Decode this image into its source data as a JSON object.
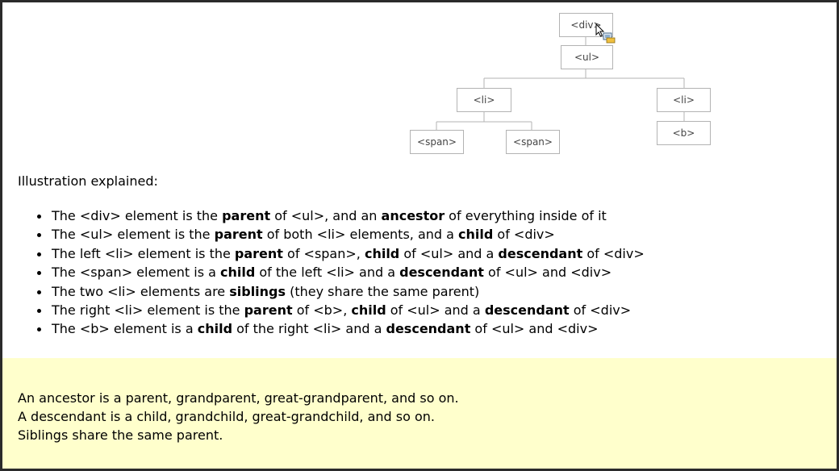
{
  "tree": {
    "nodes": {
      "div": "<div>",
      "ul": "<ul>",
      "li_left": "<li>",
      "li_right": "<li>",
      "span_left": "<span>",
      "span_right": "<span>",
      "b": "<b>"
    }
  },
  "explanation": {
    "heading": "Illustration explained:",
    "items": [
      {
        "s1": "The <div> element is the ",
        "b1": "parent",
        "s2": " of <ul>, and an ",
        "b2": "ancestor",
        "s3": " of everything inside of it",
        "b3": "",
        "s4": ""
      },
      {
        "s1": "The <ul> element is the ",
        "b1": "parent",
        "s2": " of both <li> elements, and a ",
        "b2": "child",
        "s3": " of <div>",
        "b3": "",
        "s4": ""
      },
      {
        "s1": "The left <li> element is the ",
        "b1": "parent",
        "s2": " of <span>, ",
        "b2": "child",
        "s3": " of <ul> and a ",
        "b3": "descendant",
        "s4": " of <div>"
      },
      {
        "s1": "The <span> element is a ",
        "b1": "child",
        "s2": " of the left <li> and a ",
        "b2": "descendant",
        "s3": " of <ul> and <div>",
        "b3": "",
        "s4": ""
      },
      {
        "s1": "The two <li> elements are ",
        "b1": "siblings",
        "s2": " (they share the same parent)",
        "b2": "",
        "s3": "",
        "b3": "",
        "s4": ""
      },
      {
        "s1": "The right <li> element is the ",
        "b1": "parent",
        "s2": " of <b>, ",
        "b2": "child",
        "s3": " of <ul> and a ",
        "b3": "descendant",
        "s4": " of <div>"
      },
      {
        "s1": "The <b> element is a ",
        "b1": "child",
        "s2": " of the right <li> and a ",
        "b2": "descendant",
        "s3": " of <ul> and <div>",
        "b3": "",
        "s4": ""
      }
    ]
  },
  "note": {
    "lines": [
      "An ancestor is a parent, grandparent, great-grandparent, and so on.",
      "A descendant is a child, grandchild, great-grandchild, and so on.",
      "Siblings share the same parent."
    ],
    "background": "#ffffcc"
  }
}
